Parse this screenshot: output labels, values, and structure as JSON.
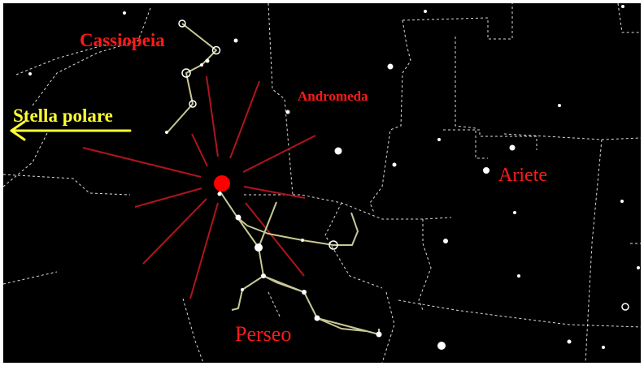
{
  "colors": {
    "sky": "#000000",
    "frame": "#ffffff",
    "constellation_boundary": "#dcdcdc",
    "stick_figure": "#c8c896",
    "star": "#ffffff",
    "label_red": "#ff1a1a",
    "label_yellow": "#ffff33",
    "radiant": "#ff0000",
    "meteor_trails": "#b0141e",
    "arrow": "#ffff33"
  },
  "map": {
    "labels": {
      "cassiopeia": "Cassiopeia",
      "andromeda": "Andromeda",
      "stella_polare": "Stella polare",
      "ariete": "Ariete",
      "perseo": "Perseo"
    },
    "icons": {
      "polaris_direction": "arrow-left-icon",
      "radiant": "filled-circle-icon"
    }
  }
}
